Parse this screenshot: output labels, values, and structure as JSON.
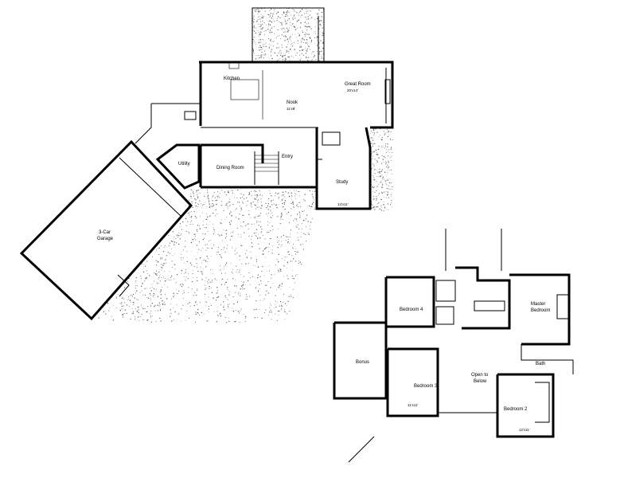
{
  "main_floor": {
    "great_room": "Great Room",
    "nook": "Nook",
    "kitchen": "Kitchen",
    "dining_room": "Dining Room",
    "entry": "Entry",
    "study": "Study",
    "three_car_garage_line1": "3-Car",
    "three_car_garage_line2": "Garage",
    "utility": "Utility",
    "dim_great_room": "20'x14'",
    "dim_nook": "11'x8'",
    "dim_study": "14'x11'"
  },
  "upper_floor": {
    "master_bedroom_line1": "Master",
    "master_bedroom_line2": "Bedroom",
    "bedroom_2": "Bedroom 2",
    "bedroom_3": "Bedroom 3",
    "bedroom_4": "Bedroom 4",
    "bonus": "Bonus",
    "open_to_below_line1": "Open to",
    "open_to_below_line2": "Below",
    "bath": "Bath",
    "dim_bedroom_2": "12'x11'",
    "dim_bedroom_3": "11'x11'"
  },
  "pattern_colors": {
    "stipple": "#555555",
    "wall": "#000000"
  }
}
